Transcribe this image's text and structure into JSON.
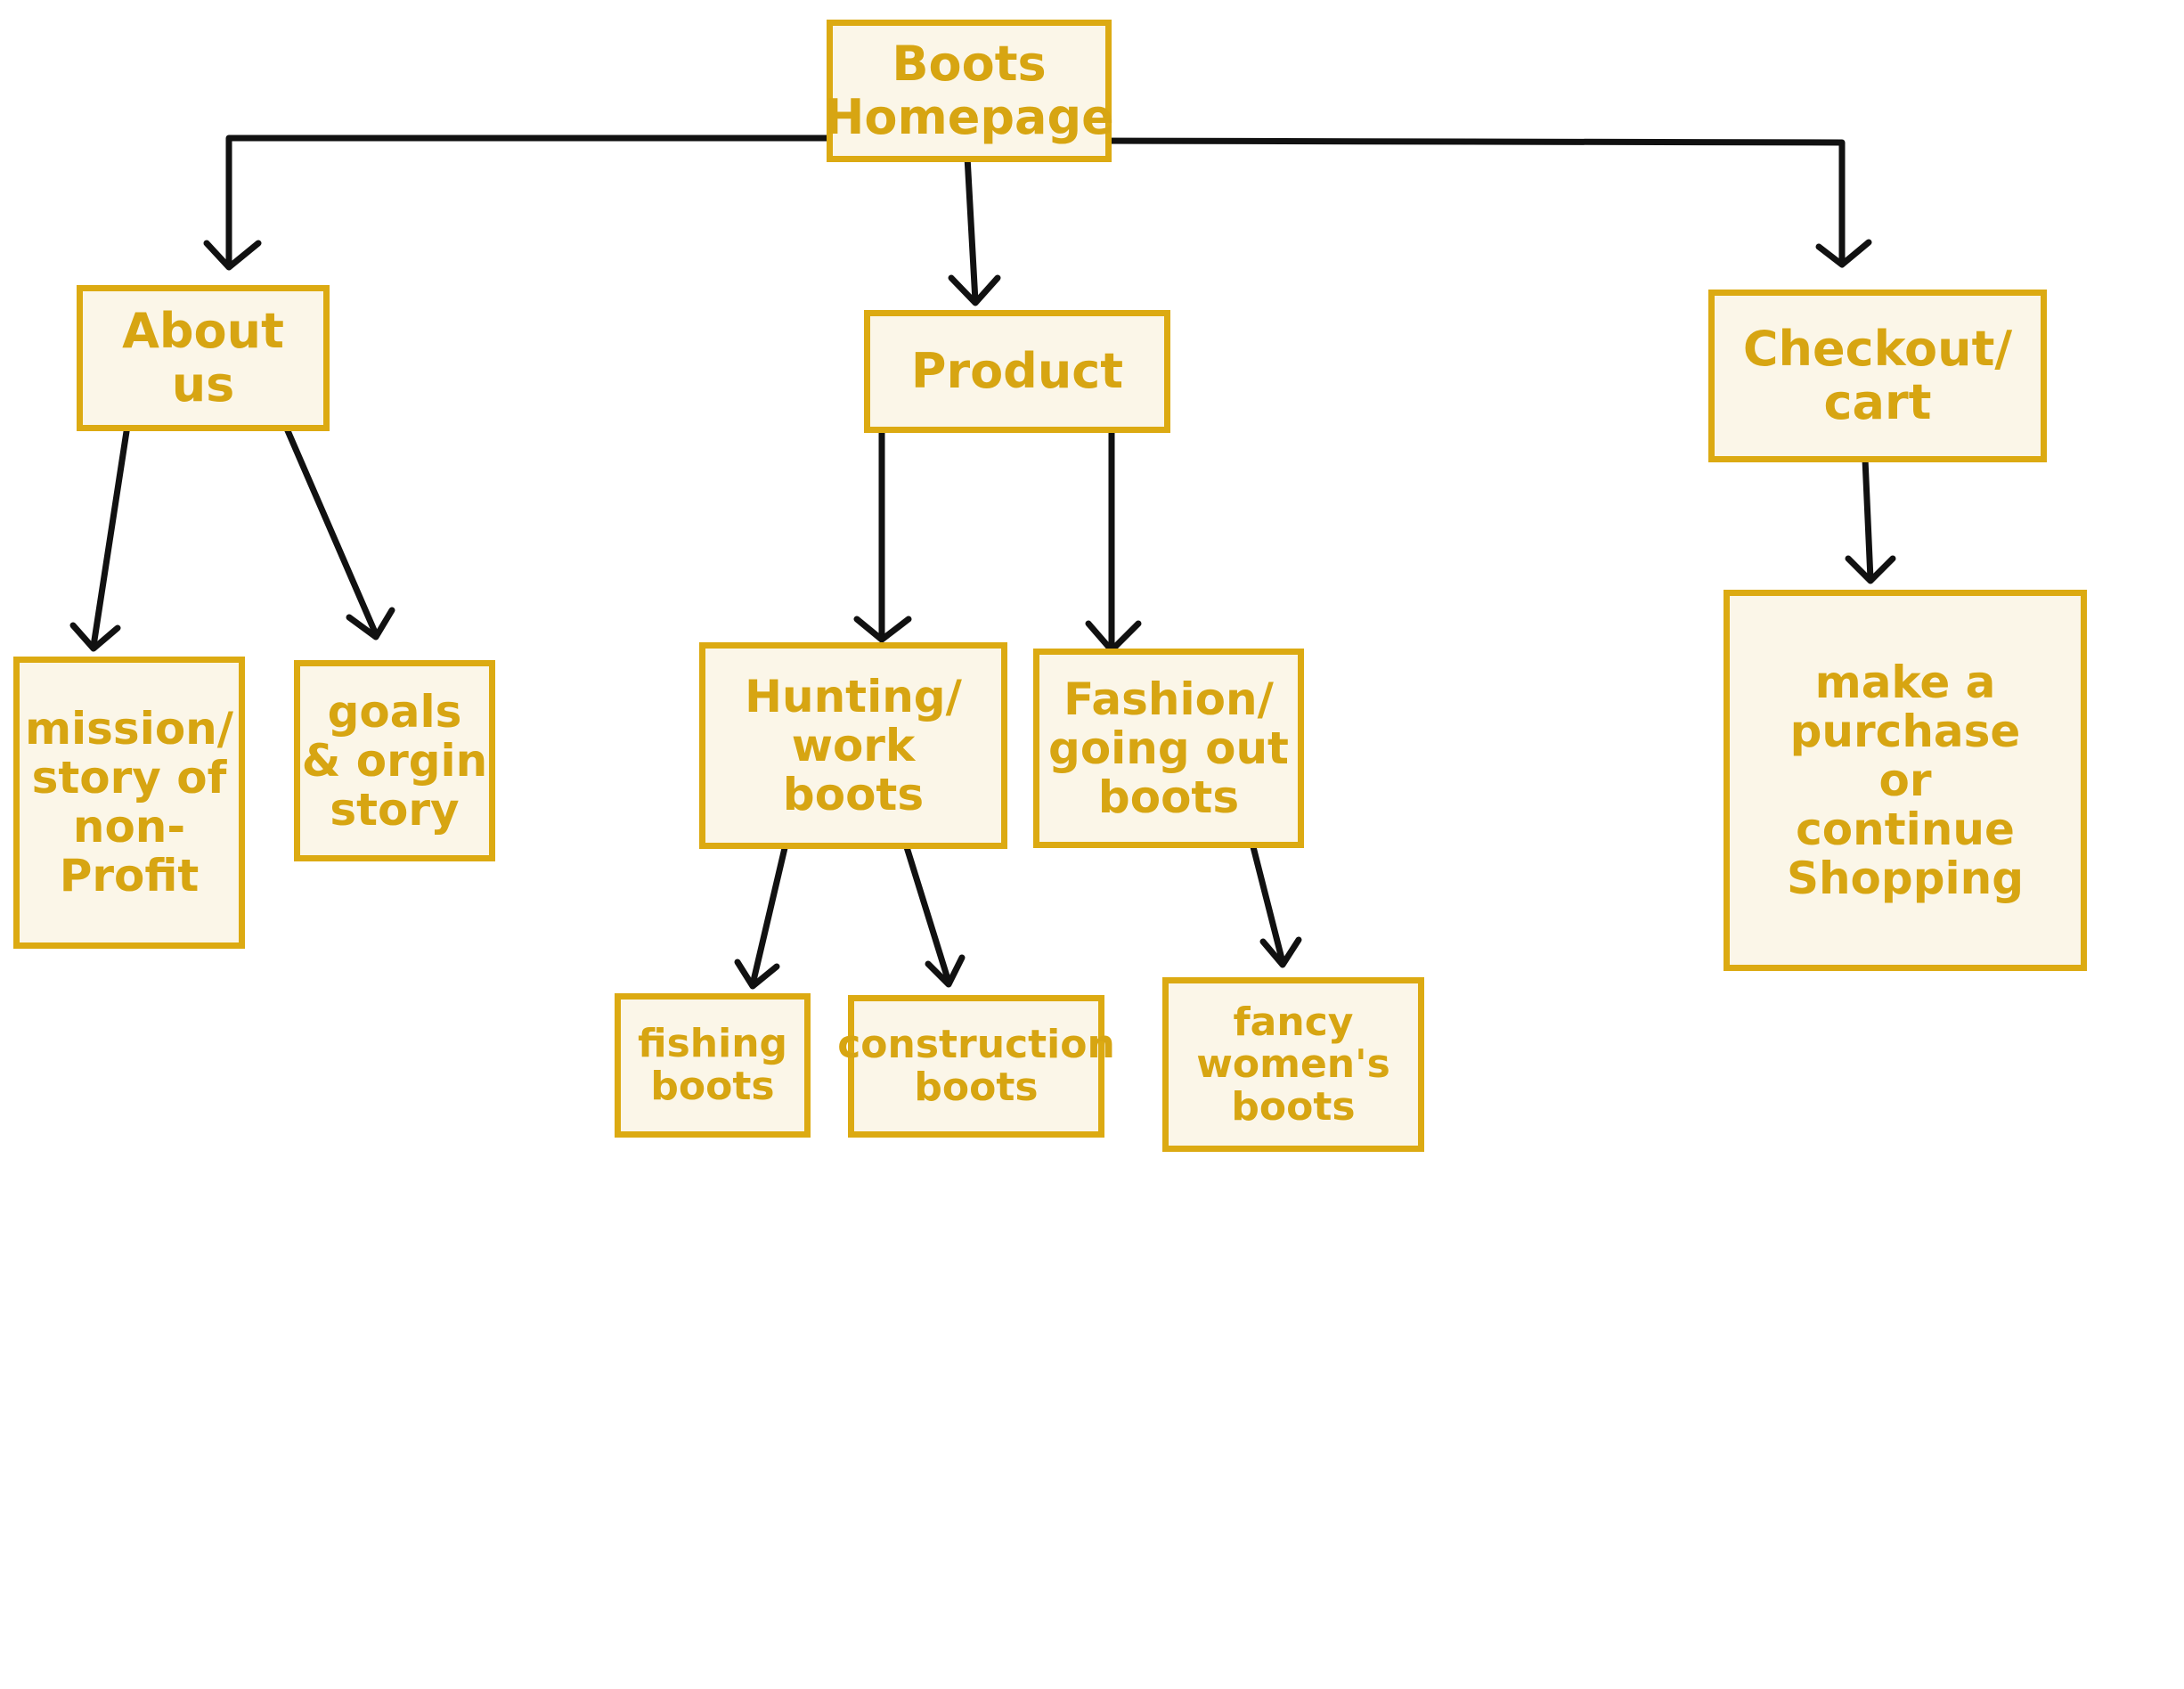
{
  "colors": {
    "box_border": "#dcaa12",
    "box_fill": "#fbf6e8",
    "text": "#d7a512",
    "arrow": "#111111"
  },
  "nodes": {
    "homepage": {
      "lines": [
        "Boots",
        "Homepage"
      ]
    },
    "about": {
      "lines": [
        "About",
        "us"
      ]
    },
    "product": {
      "lines": [
        "Product"
      ]
    },
    "checkout": {
      "lines": [
        "Checkout/",
        "cart"
      ]
    },
    "mission": {
      "lines": [
        "mission/",
        "story of",
        "non-",
        "Profit"
      ]
    },
    "goals": {
      "lines": [
        "goals",
        "& orgin",
        "story"
      ]
    },
    "hunting": {
      "lines": [
        "Hunting/",
        "work",
        "boots"
      ]
    },
    "fashion": {
      "lines": [
        "Fashion/",
        "going out",
        "boots"
      ]
    },
    "purchase": {
      "lines": [
        "make a",
        "purchase",
        "or",
        "continue",
        "Shopping"
      ]
    },
    "fishing": {
      "lines": [
        "fishing",
        "boots"
      ]
    },
    "construction": {
      "lines": [
        "construction",
        "boots"
      ]
    },
    "fancy": {
      "lines": [
        "fancy",
        "women's",
        "boots"
      ]
    }
  },
  "edges": [
    {
      "from": "homepage",
      "to": "about"
    },
    {
      "from": "homepage",
      "to": "product"
    },
    {
      "from": "homepage",
      "to": "checkout"
    },
    {
      "from": "about",
      "to": "mission"
    },
    {
      "from": "about",
      "to": "goals"
    },
    {
      "from": "product",
      "to": "hunting"
    },
    {
      "from": "product",
      "to": "fashion"
    },
    {
      "from": "checkout",
      "to": "purchase"
    },
    {
      "from": "hunting",
      "to": "fishing"
    },
    {
      "from": "hunting",
      "to": "construction"
    },
    {
      "from": "fashion",
      "to": "fancy"
    }
  ]
}
